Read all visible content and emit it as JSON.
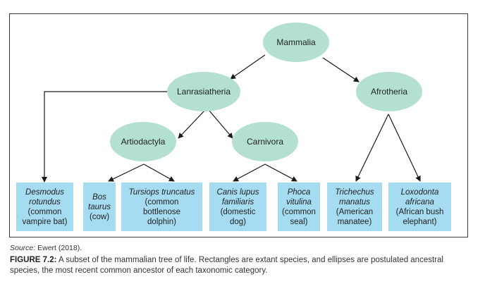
{
  "nodes": {
    "mammalia": "Mammalia",
    "lanrasiatheria": "Lanrasiatheria",
    "afrotheria": "Afrotheria",
    "artiodactyla": "Artiodactyla",
    "carnivora": "Carnivora"
  },
  "leaves": [
    {
      "scientific": [
        "Desmodus",
        "rotundus"
      ],
      "common": [
        "(common",
        "vampire bat)"
      ]
    },
    {
      "scientific": [
        "Bos",
        "taurus"
      ],
      "common": [
        "(cow)"
      ]
    },
    {
      "scientific": [
        "Tursiops truncatus"
      ],
      "common": [
        "(common",
        "bottlenose",
        "dolphin)"
      ]
    },
    {
      "scientific": [
        "Canis lupus",
        "familiaris"
      ],
      "common": [
        "(domestic",
        "dog)"
      ]
    },
    {
      "scientific": [
        "Phoca",
        "vitulina"
      ],
      "common": [
        "(common",
        "seal)"
      ]
    },
    {
      "scientific": [
        "Trichechus",
        "manatus"
      ],
      "common": [
        "(American",
        "manatee)"
      ]
    },
    {
      "scientific": [
        "Loxodonta",
        "africana"
      ],
      "common": [
        "(African bush",
        "elephant)"
      ]
    }
  ],
  "source": {
    "label": "Source:",
    "text": "Ewert (2018)."
  },
  "caption": {
    "label": "FIGURE 7.2:",
    "text": "A subset of the mammalian tree of life. Rectangles are extant species, and ellipses are postulated ancestral species, the most recent common ancestor of each taxonomic category."
  },
  "colors": {
    "ellipse": "#b3e0cf",
    "leaf": "#a6dcf1",
    "line": "#1a1a1a",
    "frame": "#3a3a3a"
  }
}
